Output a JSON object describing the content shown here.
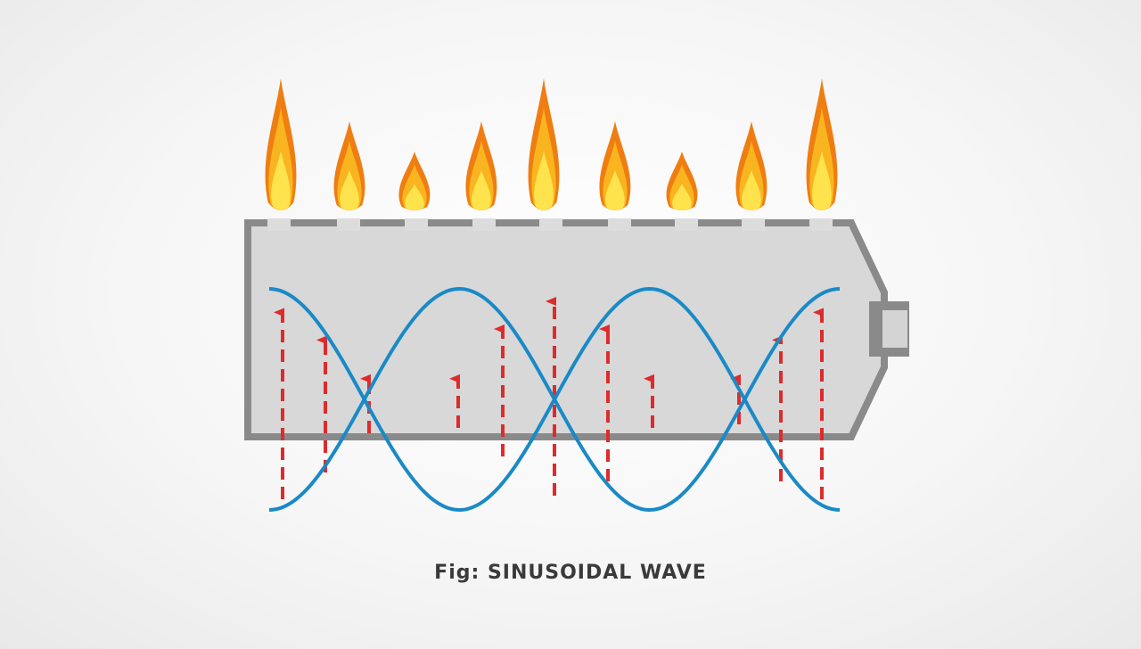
{
  "caption": "Fig: SINUSOIDAL WAVE",
  "colors": {
    "tube_fill": "#d8d8d8",
    "tube_border": "#8a8a8a",
    "wave": "#1a8ac6",
    "arrow": "#de2b2b",
    "flame_outer": "#f07d11",
    "flame_mid": "#f9b520",
    "flame_core": "#ffe34d"
  },
  "flames": [
    {
      "size": "large"
    },
    {
      "size": "medium"
    },
    {
      "size": "small"
    },
    {
      "size": "medium"
    },
    {
      "size": "large"
    },
    {
      "size": "medium"
    },
    {
      "size": "small"
    },
    {
      "size": "medium"
    },
    {
      "size": "large"
    }
  ],
  "arrows": [
    {
      "strength": 0.9
    },
    {
      "strength": 0.65
    },
    {
      "strength": 0.3
    },
    {
      "strength": 0.3
    },
    {
      "strength": 0.75
    },
    {
      "strength": 1.0
    },
    {
      "strength": 0.75
    },
    {
      "strength": 0.3
    },
    {
      "strength": 0.3
    },
    {
      "strength": 0.65
    },
    {
      "strength": 0.9
    }
  ],
  "wave": {
    "cycles": 1.5
  }
}
